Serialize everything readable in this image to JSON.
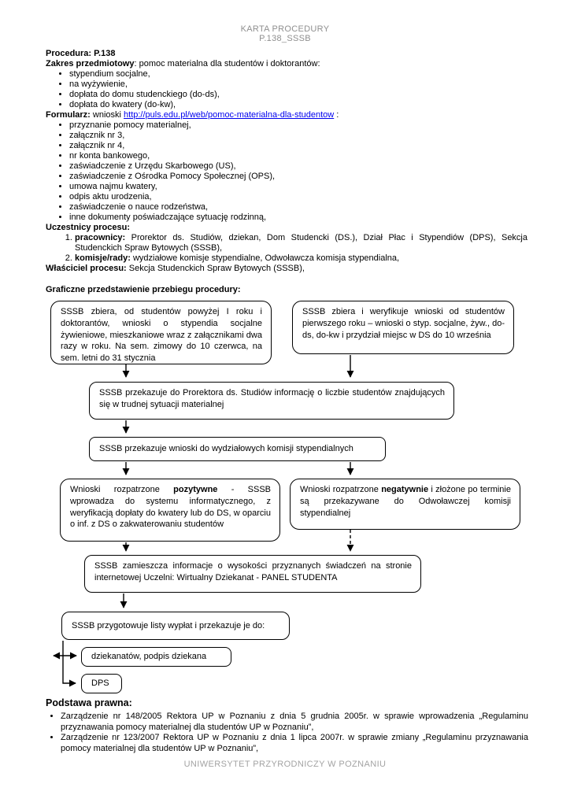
{
  "header": {
    "title": "KARTA PROCEDURY",
    "subtitle": "P.138_SSSB"
  },
  "intro": {
    "procedura_label": "Procedura:",
    "procedura_value": " P.138",
    "zakres_label": "Zakres przedmiotowy",
    "zakres_rest": ": pomoc materialna dla studentów i doktorantów:",
    "zakres_items": [
      "stypendium socjalne,",
      "na wyżywienie,",
      "dopłata do domu studenckiego (do-ds),",
      "dopłata do kwatery (do-kw),"
    ],
    "formularz_label": "Formularz:",
    "formularz_pre": " wnioski ",
    "formularz_link": "http://puls.edu.pl/web/pomoc-materialna-dla-studentow",
    "formularz_post": " :",
    "formularz_items": [
      "przyznanie pomocy materialnej,",
      "załącznik nr 3,",
      "załącznik nr 4,",
      "nr konta bankowego,",
      "zaświadczenie z Urzędu Skarbowego (US),",
      "zaświadczenie z Ośrodka Pomocy Społecznej (OPS),",
      "umowa najmu kwatery,",
      "odpis aktu urodzenia,",
      "zaświadczenie o nauce rodzeństwa,",
      "inne dokumenty poświadczające sytuację rodzinną,"
    ],
    "uczestnicy_label": "Uczestnicy procesu:",
    "uczestnicy": [
      {
        "label": "pracownicy:",
        "text": " Prorektor ds. Studiów, dziekan, Dom Studencki (DS.), Dział Płac i Stypendiów (DPS), Sekcja Studenckich Spraw Bytowych (SSSB),"
      },
      {
        "label": "komisje/rady:",
        "text": " wydziałowe komisje stypendialne, Odwoławcza komisja stypendialna,"
      }
    ],
    "wlasciciel_label": "Właściciel procesu:",
    "wlasciciel_text": " Sekcja Studenckich Spraw Bytowych (SSSB),"
  },
  "flowchart": {
    "title": "Graficzne przedstawienie przebiegu procedury:",
    "box1": "SSSB zbiera, od studentów powyżej I roku i doktorantów, wnioski o stypendia socjalne żywieniowe, mieszkaniowe wraz z załącznikami dwa razy w roku. Na sem. zimowy do 10 czerwca, na sem. letni do 31 stycznia",
    "box2": "SSSB zbiera i weryfikuje wnioski od studentów pierwszego roku – wnioski o styp. socjalne, żyw., do-ds, do-kw i przydział miejsc w DS do 10 września",
    "box3": "SSSB przekazuje do Prorektora ds. Studiów informację o liczbie studentów znajdujących się w trudnej sytuacji materialnej",
    "box4": "SSSB przekazuje wnioski do wydziałowych komisji stypendialnych",
    "box5_pre": "Wnioski rozpatrzone ",
    "box5_bold": "pozytywne",
    "box5_post": " - SSSB wprowadza do systemu informatycznego, z weryfikacją dopłaty do kwatery lub do DS, w oparciu o inf. z DS o zakwaterowaniu studentów",
    "box6_pre": "Wnioski rozpatrzone ",
    "box6_bold": "negatywnie",
    "box6_post": " i złożone po terminie są przekazywane do Odwoławczej komisji stypendialnej",
    "box7": "SSSB zamieszcza informacje o wysokości przyznanych świadczeń na stronie internetowej Uczelni: Wirtualny Dziekanat - PANEL STUDENTA",
    "box8": "SSSB przygotowuje listy wypłat i przekazuje je do:",
    "box9": "dziekanatów, podpis dziekana",
    "box10": "DPS"
  },
  "legal": {
    "title": "Podstawa prawna:",
    "items": [
      "Zarządzenie nr 148/2005 Rektora UP w Poznaniu z dnia 5 grudnia 2005r. w sprawie wprowadzenia „Regulaminu przyznawania pomocy materialnej dla studentów UP w Poznaniu”,",
      "Zarządzenie nr 123/2007 Rektora UP w Poznaniu z dnia 1 lipca 2007r. w sprawie zmiany „Regulaminu przyznawania pomocy materialnej dla studentów UP w Poznaniu”,"
    ]
  },
  "footer": "UNIWERSYTET PRZYRODNICZY W POZNANIU",
  "colors": {
    "link_blue": "#0000EE",
    "muted_gray": "#8f8f8f",
    "line_black": "#000000"
  }
}
